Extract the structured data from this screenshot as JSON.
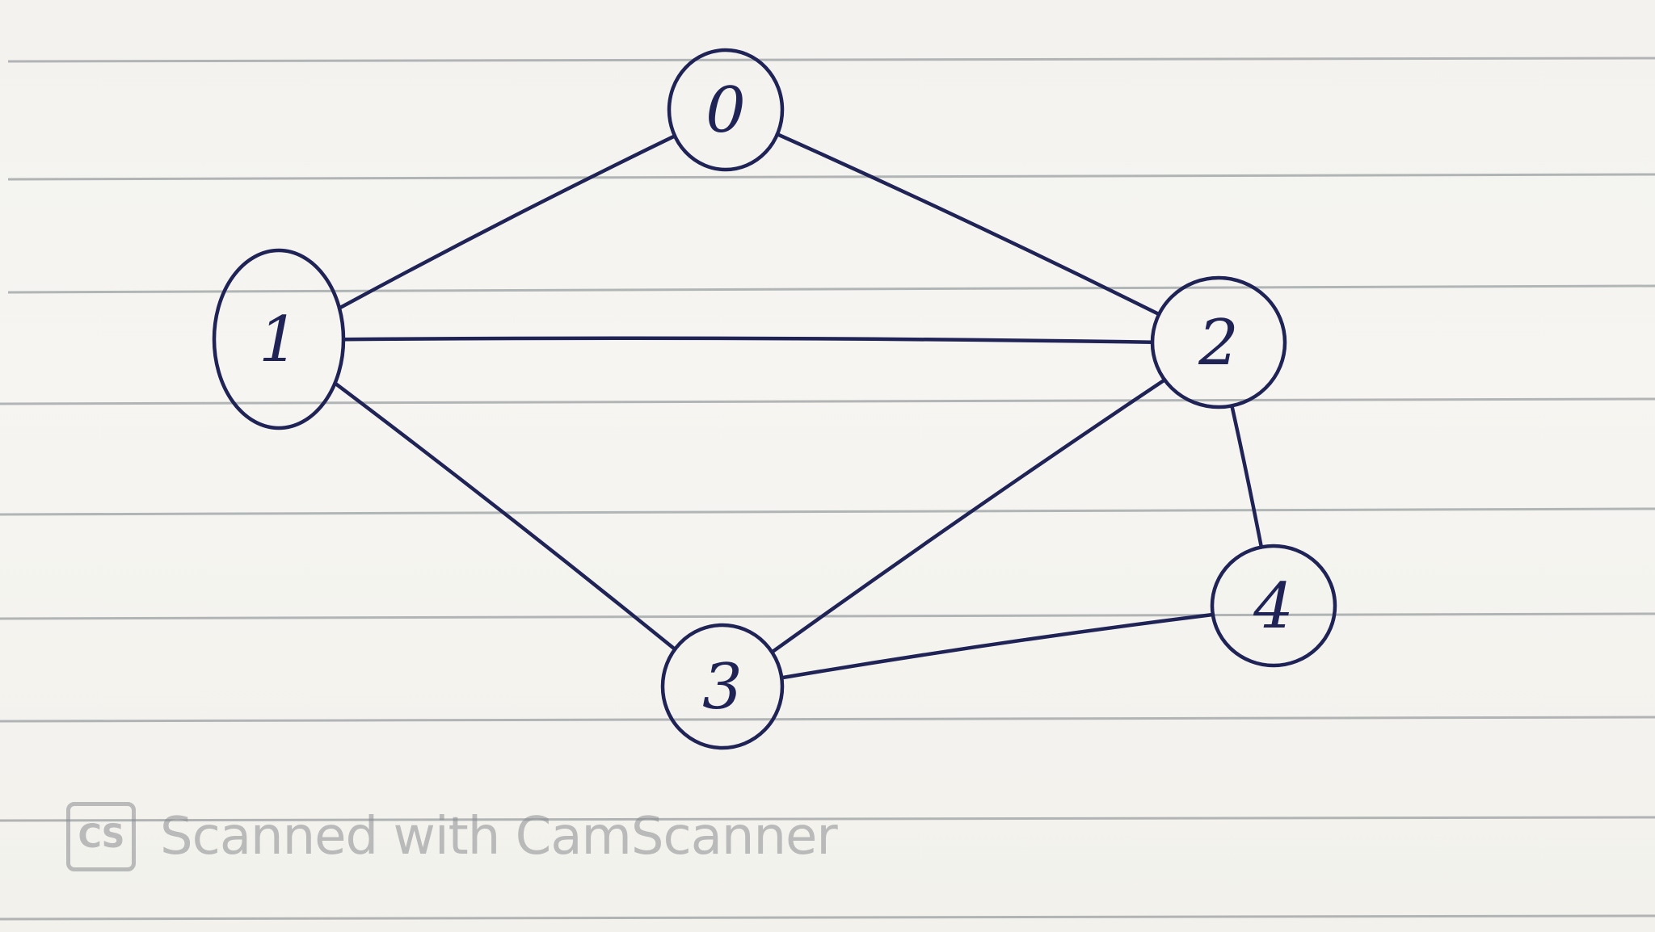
{
  "diagram": {
    "type": "undirected-graph",
    "nodes": [
      {
        "id": "0",
        "label": "0"
      },
      {
        "id": "1",
        "label": "1"
      },
      {
        "id": "2",
        "label": "2"
      },
      {
        "id": "3",
        "label": "3"
      },
      {
        "id": "4",
        "label": "4"
      }
    ],
    "edges": [
      {
        "from": "0",
        "to": "1"
      },
      {
        "from": "0",
        "to": "2"
      },
      {
        "from": "1",
        "to": "2"
      },
      {
        "from": "1",
        "to": "3"
      },
      {
        "from": "2",
        "to": "3"
      },
      {
        "from": "2",
        "to": "4"
      },
      {
        "from": "3",
        "to": "4"
      }
    ],
    "ink_color": "#1f2356",
    "paper": "ruled"
  },
  "watermark": {
    "badge": "CS",
    "text": "Scanned with CamScanner"
  }
}
